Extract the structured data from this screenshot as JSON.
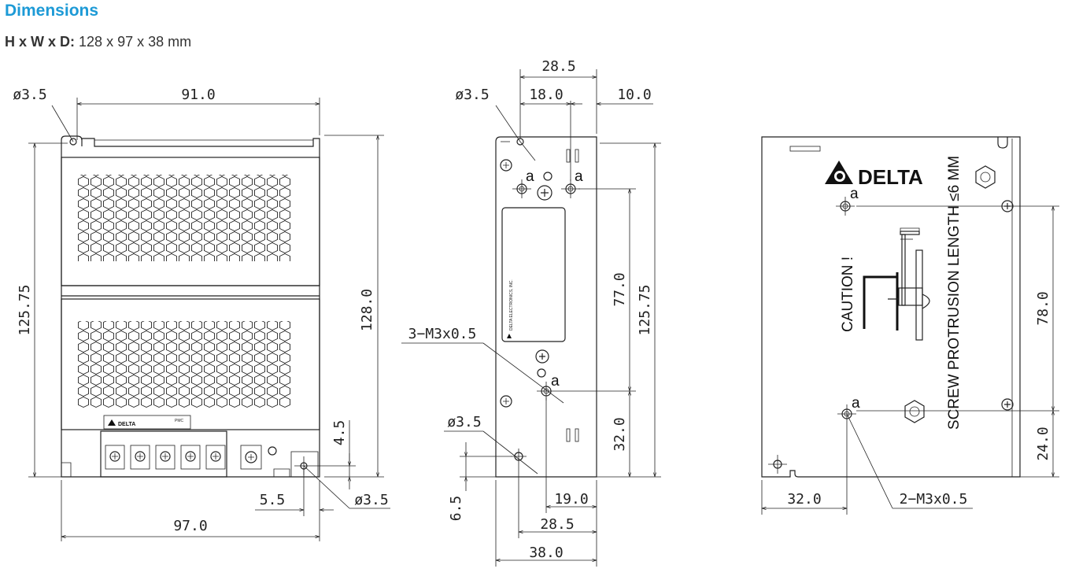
{
  "header": {
    "title": "Dimensions",
    "spec_label": "H x W x D:",
    "spec_value": "128 x 97 x 38 mm"
  },
  "front_view": {
    "hole_dia_top": "ø3.5",
    "width_top": "91.0",
    "height_left": "125.75",
    "height_right": "128.0",
    "offset_45": "4.5",
    "offset_55": "5.5",
    "hole_dia_bottom": "ø3.5",
    "width_bottom": "97.0",
    "brand": "DELTA",
    "model_tag": "PMC"
  },
  "side_view": {
    "top_285": "28.5",
    "hole_dia_top": "ø3.5",
    "dim_180": "18.0",
    "dim_100": "10.0",
    "screw_note": "3−M3x0.5",
    "dim_770": "77.0",
    "dim_12575": "125.75",
    "dim_320": "32.0",
    "hole_dia_bottom": "ø3.5",
    "dim_65": "6.5",
    "dim_190": "19.0",
    "dim_285_bottom": "28.5",
    "dim_380": "38.0",
    "label_text": "DELTA ELECTRONICS, INC."
  },
  "back_view": {
    "brand": "DELTA",
    "caution": "CAUTION !",
    "screw_warning": "SCREW PROTRUSION LENGTH ≤6 MM",
    "dim_780": "78.0",
    "dim_240": "24.0",
    "dim_320": "32.0",
    "screw_note": "2−M3x0.5",
    "hole_mark": "a"
  },
  "colors": {
    "title": "#1d9ad6",
    "lines": "#222222"
  }
}
